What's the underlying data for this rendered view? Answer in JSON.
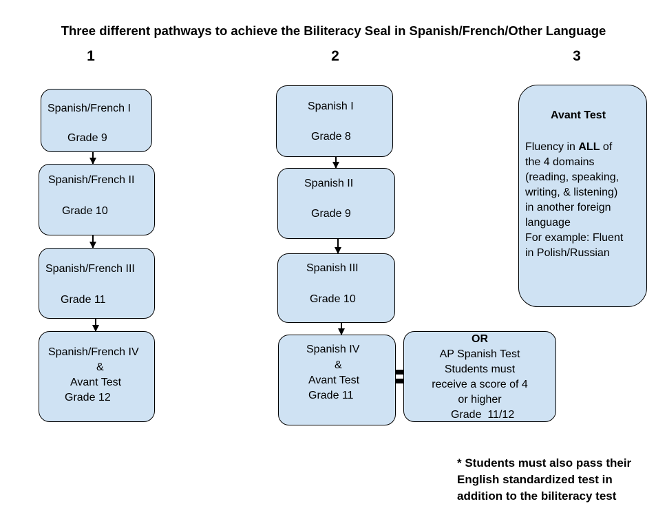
{
  "title": "Three different pathways to achieve the Biliteracy Seal in Spanish/French/Other Language",
  "pathways": [
    {
      "number": "1",
      "steps": [
        {
          "course": "Spanish/French  I",
          "grade": "Grade 9"
        },
        {
          "course": "Spanish/French II",
          "grade": "Grade 10"
        },
        {
          "course": "Spanish/French III",
          "grade": "Grade 11"
        },
        {
          "course": "Spanish/French IV",
          "amp": "&",
          "extra": "Avant Test",
          "grade": "Grade 12"
        }
      ]
    },
    {
      "number": "2",
      "steps": [
        {
          "course": "Spanish I",
          "grade": "Grade 8"
        },
        {
          "course": "Spanish II",
          "grade": "Grade 9"
        },
        {
          "course": "Spanish III",
          "grade": "Grade 10"
        },
        {
          "course": "Spanish IV",
          "amp": "&",
          "extra": "Avant Test",
          "grade": "Grade 11"
        }
      ],
      "alternative": {
        "heading": "OR",
        "lines": [
          "AP Spanish Test",
          "Students must",
          "receive a score of 4",
          "or higher"
        ],
        "grade": "Grade  11/12"
      }
    },
    {
      "number": "3",
      "heading": "Avant Test",
      "fluency_prefix": "Fluency in ",
      "fluency_bold": "ALL",
      "fluency_suffix": " of",
      "lines": [
        "the 4 domains",
        "(reading, speaking,",
        "writing, & listening)",
        "in another foreign",
        "language",
        "For example: Fluent",
        "in Polish/Russian"
      ]
    }
  ],
  "footnote": [
    "* Students must also pass their",
    "English standardized test in",
    "addition to the biliteracy test"
  ],
  "colors": {
    "box_fill": "#cfe2f3",
    "border": "#000000"
  }
}
